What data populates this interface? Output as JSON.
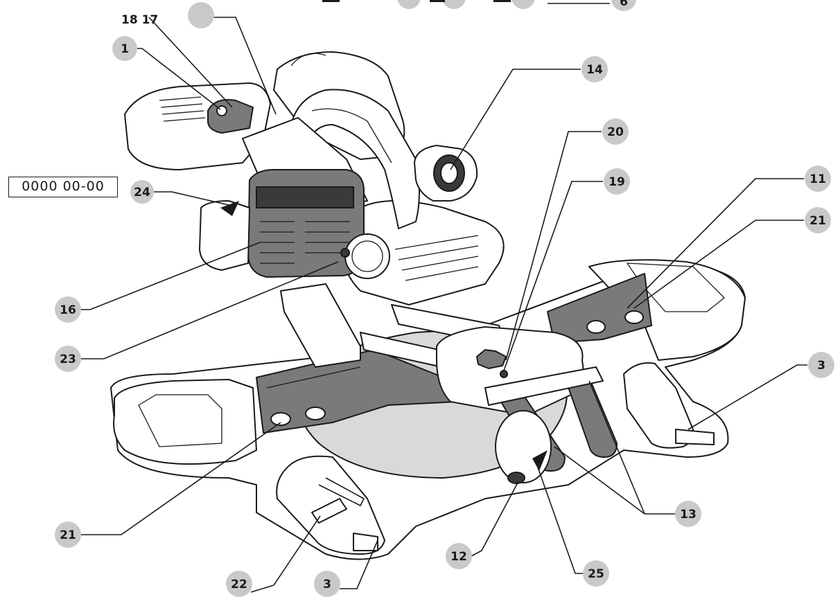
{
  "serial_box": "0000 00-00",
  "callouts": {
    "c1": "1",
    "c3a": "3",
    "c3b": "3",
    "c6": "6",
    "c11": "11",
    "c12": "12",
    "c13": "13",
    "c14": "14",
    "c16": "16",
    "c1817": "18 17",
    "c19": "19",
    "c20": "20",
    "c21a": "21",
    "c21b": "21",
    "c22": "22",
    "c23": "23",
    "c24": "24",
    "c25": "25"
  }
}
